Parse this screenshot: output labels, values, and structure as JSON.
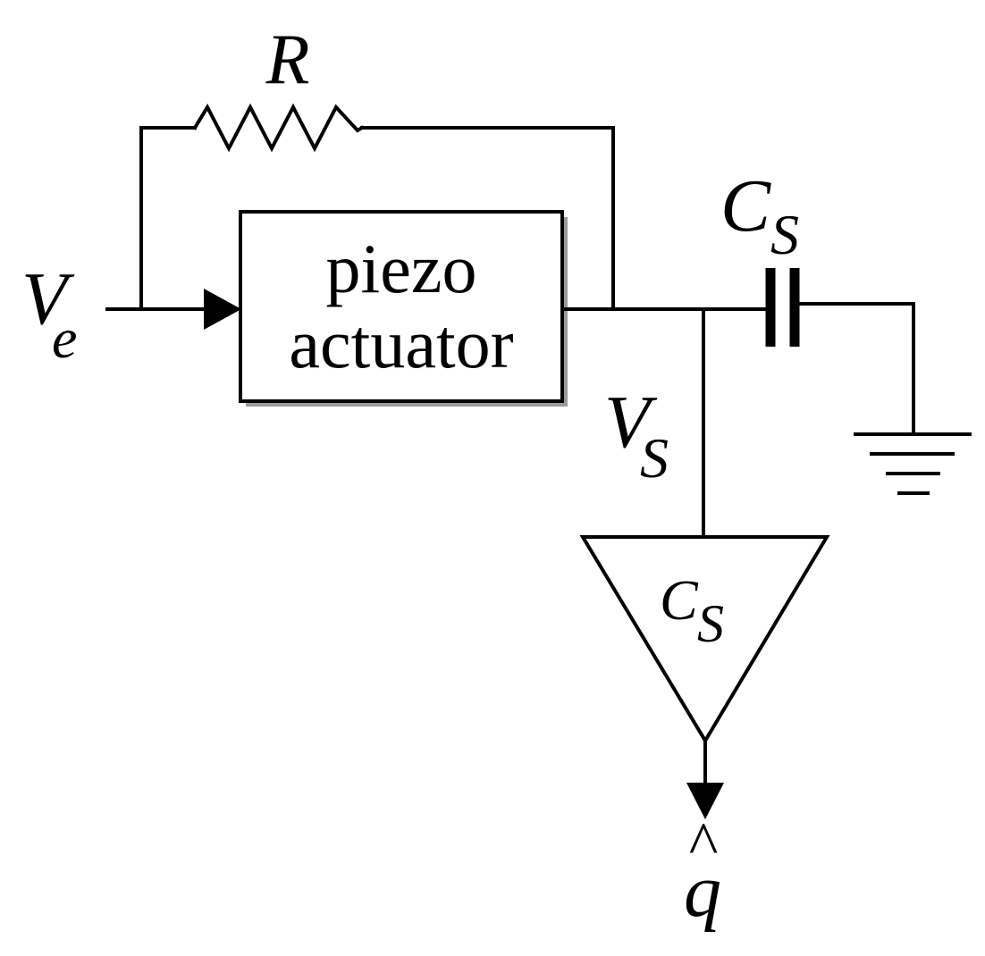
{
  "labels": {
    "resistor": "R",
    "input_voltage_main": "V",
    "input_voltage_sub": "e",
    "actuator_line1": "piezo",
    "actuator_line2": "actuator",
    "capacitor_main": "C",
    "capacitor_sub": "S",
    "sensed_voltage_main": "V",
    "sensed_voltage_sub": "S",
    "amplifier_main": "C",
    "amplifier_sub": "S",
    "output_hat": "^",
    "output": "q"
  }
}
